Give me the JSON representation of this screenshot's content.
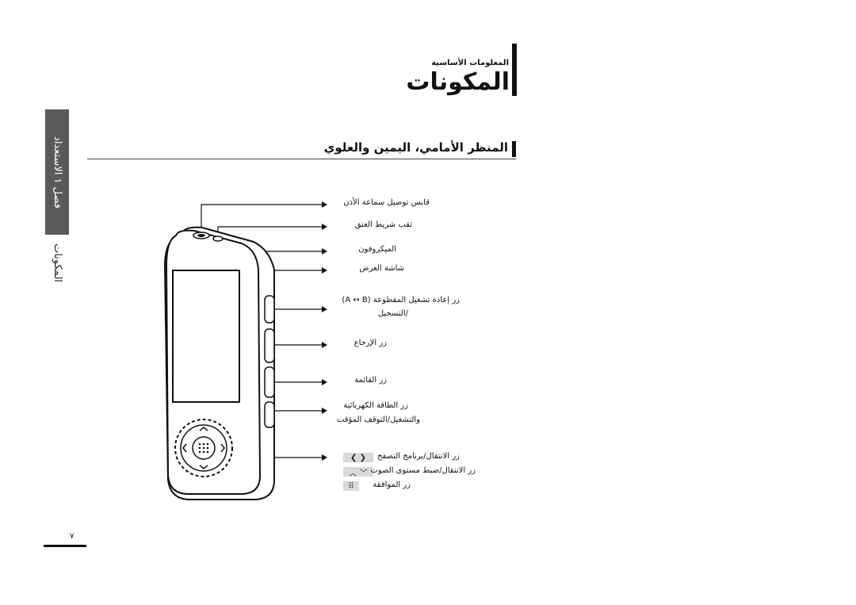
{
  "header": {
    "subtitle": "المعلومات الأساسية",
    "title": "المكونات"
  },
  "heading": "المنظر الأمامي، اليمين والعلوي",
  "side_tab": {
    "label": "فصل ١ الاستعداد",
    "under_label": "المكونات"
  },
  "labels": {
    "earphone_jack": "قابس توصيل سماعة الأذن",
    "neck_strap_hole": "ثقب شريط العنق",
    "microphone": "الميكروفون",
    "display": "شاشة العرض",
    "repeat_button_line1": "زر إعادة تشغيل المقطوعة (A ↔ B)",
    "repeat_button_line2": "/التسجيل",
    "back_button": "زر الإرجاع",
    "menu_button": "زر القائمة",
    "power_line1": "زر الطاقة الكهربائية",
    "power_line2": "والتشغيل/التوقف المؤقت",
    "nav_lr": "زر الانتقال/برنامج التصفح",
    "nav_ud": "زر الانتقال/ضبط مستوى الصوت",
    "select": "زر الموافقة"
  },
  "keys": {
    "left_right": "❮ ❯",
    "up_down": "︿ ﹀",
    "menu": "⠿"
  },
  "page_number": "٧",
  "colors": {
    "ink": "#111111",
    "tab_bg": "#5a5a5a",
    "key_bg": "#d9d9d9"
  }
}
